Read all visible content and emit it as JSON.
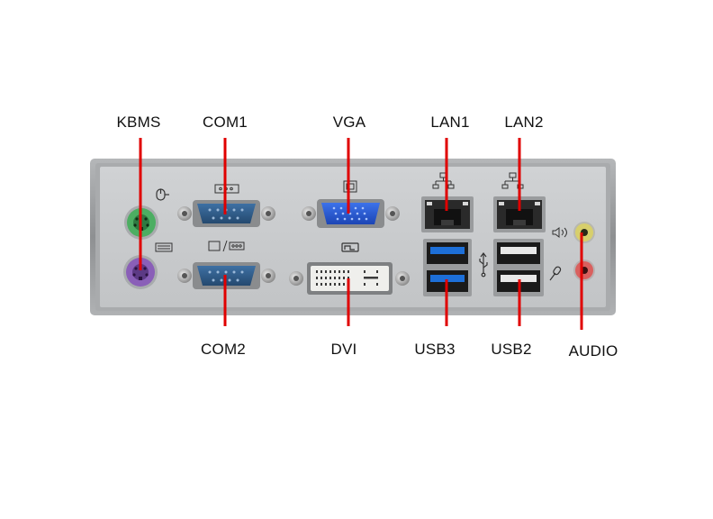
{
  "labels": {
    "kbms": "KBMS",
    "com1": "COM1",
    "vga": "VGA",
    "lan1": "LAN1",
    "lan2": "LAN2",
    "com2": "COM2",
    "dvi": "DVI",
    "usb3": "USB3",
    "usb2": "USB2",
    "audio": "AUDIO"
  },
  "colors": {
    "leader": "#e00000",
    "panel": "#c9cbcd",
    "ps2_mouse": "#4cae62",
    "ps2_keyboard": "#8a5fb8",
    "serial": "#2f5d8c",
    "vga": "#2a5bd3",
    "usb3": "#1d6fd8",
    "audio_line_out": "#d7cf6c",
    "audio_mic": "#d9605e"
  },
  "icons": [
    "mouse-icon",
    "keyboard-icon",
    "serial-port-icon",
    "display-icon",
    "dvi-icon",
    "network-icon",
    "usb-icon",
    "speaker-icon",
    "microphone-icon"
  ]
}
